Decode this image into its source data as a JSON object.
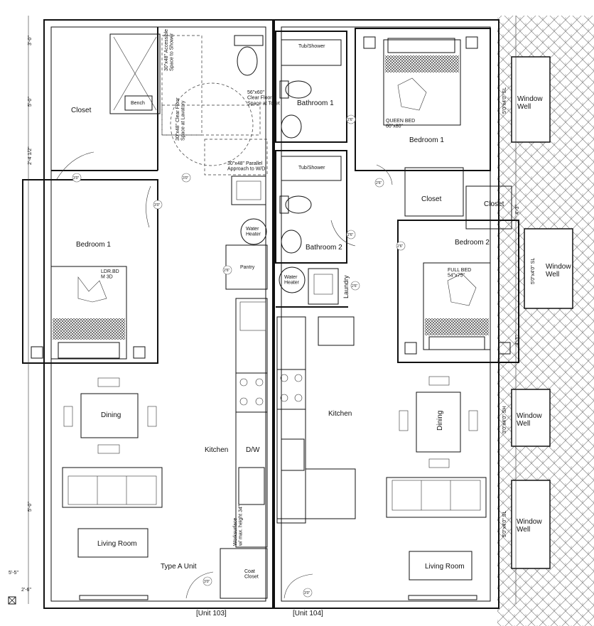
{
  "units": {
    "left": "[Unit 103]",
    "right": "[Unit 104]",
    "type_label": "Type A Unit"
  },
  "unit103_rooms": {
    "closet": "Closet",
    "bench": "Bench",
    "bedroom": "Bedroom 1",
    "pantry": "Pantry",
    "water_heater": "Water\nHeater",
    "dining": "Dining",
    "kitchen": "Kitchen",
    "dw": "D/W",
    "living": "Living Room",
    "coat_closet": "Coat\nCloset"
  },
  "unit103_notes": {
    "shower_space": "30\"x48\" Accessible\nSpace to Shower",
    "toilet_clear": "56\"x60\"\nClear Floor\nSpace at Toilet",
    "lav_clear": "30\"x48\" Clear Floor\nSpace at Lavatory",
    "wd_approach": "30\"x48\" Parallel\nApproach to W/D",
    "worksurface": "Worksurface\nw/ max. height 34\"",
    "bed_small": "LDR.BD\nM 3D"
  },
  "unit104_rooms": {
    "tub1": "Tub/Shower",
    "tub2": "Tub/Shower",
    "bath1": "Bathroom 1",
    "bath2": "Bathroom 2",
    "bedroom1": "Bedroom 1",
    "bedroom2": "Bedroom 2",
    "closet1": "Closet",
    "closet2": "Closet",
    "water_heater": "Water\nHeater",
    "laundry": "Laundry",
    "kitchen": "Kitchen",
    "dining": "Dining",
    "living": "Living Room",
    "window_well": "Window\nWell",
    "bed1_small": "QUEEN BED\n60\"x80\"",
    "bed2_small": "FULL BED\n54\"x75\""
  },
  "door_tags": [
    "3'0\"",
    "2'6\"",
    "2'8\""
  ],
  "window_tags": {
    "w1": "5'0\"x4'0\" SL",
    "w2": "5'0\"x4'0\" SL",
    "w3": "3'0\"x4'0\" SH",
    "w4": "5'0\"x4'0\" SL"
  },
  "dimensions": {
    "d1": "3'-0\"",
    "d2": "5'-0\"",
    "d3": "2'-4 1/2\"",
    "d4": "4'-3\"",
    "d5": "5'-0\"",
    "d6": "5'-5\"",
    "d7": "2'-6\"",
    "d8": "4'-3\""
  },
  "colors": {
    "line": "#111111",
    "hatch": "#555555"
  }
}
